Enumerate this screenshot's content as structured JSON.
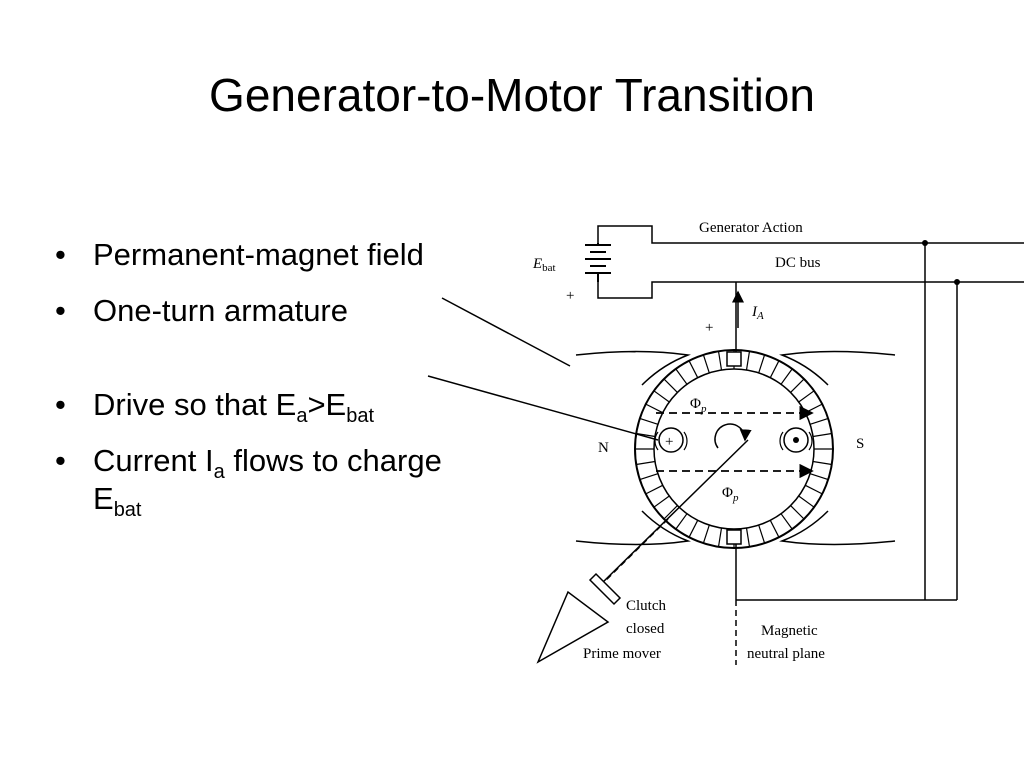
{
  "slide": {
    "title": "Generator-to-Motor Transition"
  },
  "bullets": [
    {
      "main": "Permanent-magnet field"
    },
    {
      "main": "One-turn armature"
    },
    {
      "pre": "Drive so that E",
      "sub1": "a",
      "mid": ">E",
      "sub2": "bat"
    },
    {
      "pre": "Current I",
      "sub1": "a",
      "mid": " flows to charge E",
      "sub2": "bat"
    }
  ],
  "diagram": {
    "generator_action": "Generator Action",
    "dc_bus": "DC bus",
    "ebat": "E",
    "ebat_sub": "bat",
    "plus_battery": "+",
    "plus_brush": "+",
    "ia": "I",
    "ia_sub": "A",
    "north": "N",
    "south": "S",
    "phi_top": "Φ",
    "phi_top_sub": "p",
    "phi_bottom": "Φ",
    "phi_bottom_sub": "p",
    "clutch_line1": "Clutch",
    "clutch_line2": "closed",
    "prime_mover": "Prime mover",
    "neutral_line1": "Magnetic",
    "neutral_line2": "neutral plane"
  }
}
